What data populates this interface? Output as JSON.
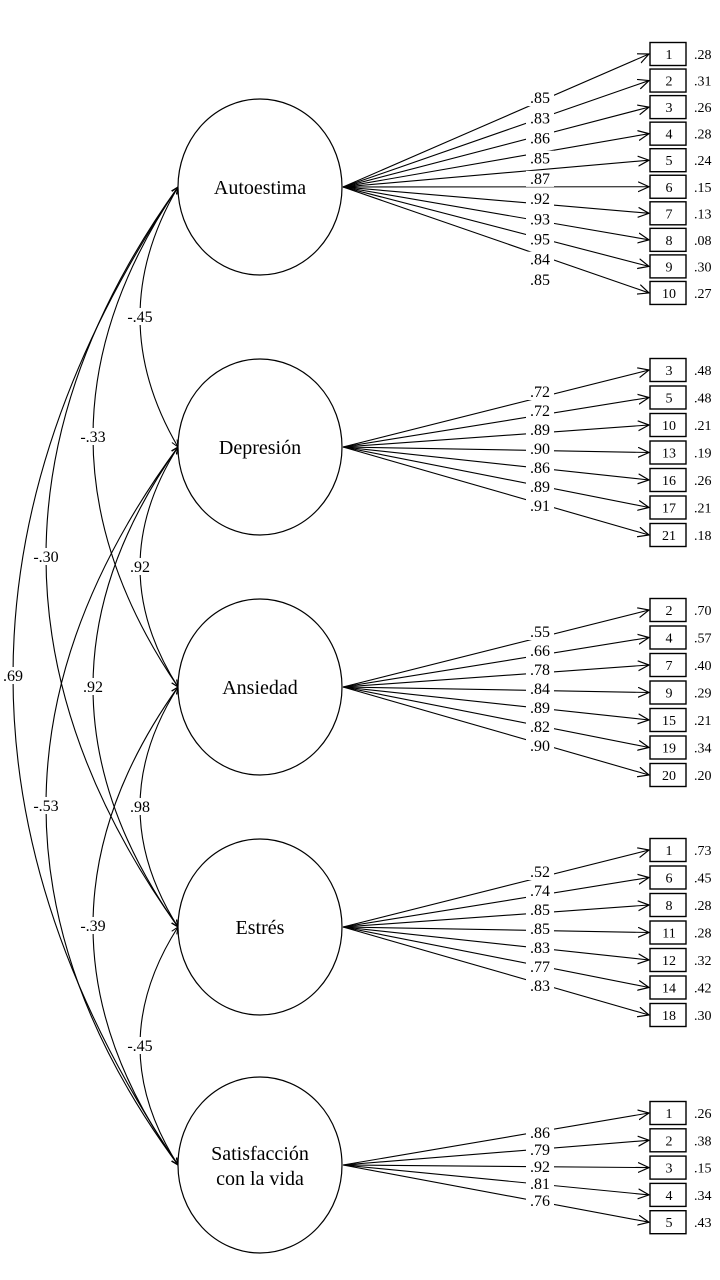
{
  "diagram": {
    "factors": [
      {
        "name": "Autoestima",
        "label_lines": [
          "Autoestima"
        ],
        "loadings": [
          ".85",
          ".83",
          ".86",
          ".85",
          ".87",
          ".92",
          ".93",
          ".95",
          ".84",
          ".85"
        ],
        "items": [
          "1",
          "2",
          "3",
          "4",
          "5",
          "6",
          "7",
          "8",
          "9",
          "10"
        ],
        "errors": [
          ".28",
          ".31",
          ".26",
          ".28",
          ".24",
          ".15",
          ".13",
          ".08",
          ".30",
          ".27"
        ]
      },
      {
        "name": "Depresión",
        "label_lines": [
          "Depresión"
        ],
        "loadings": [
          ".72",
          ".72",
          ".89",
          ".90",
          ".86",
          ".89",
          ".91"
        ],
        "items": [
          "3",
          "5",
          "10",
          "13",
          "16",
          "17",
          "21"
        ],
        "errors": [
          ".48",
          ".48",
          ".21",
          ".19",
          ".26",
          ".21",
          ".18"
        ]
      },
      {
        "name": "Ansiedad",
        "label_lines": [
          "Ansiedad"
        ],
        "loadings": [
          ".55",
          ".66",
          ".78",
          ".84",
          ".89",
          ".82",
          ".90"
        ],
        "items": [
          "2",
          "4",
          "7",
          "9",
          "15",
          "19",
          "20"
        ],
        "errors": [
          ".70",
          ".57",
          ".40",
          ".29",
          ".21",
          ".34",
          ".20"
        ]
      },
      {
        "name": "Estrés",
        "label_lines": [
          "Estrés"
        ],
        "loadings": [
          ".52",
          ".74",
          ".85",
          ".85",
          ".83",
          ".77",
          ".83"
        ],
        "items": [
          "1",
          "6",
          "8",
          "11",
          "12",
          "14",
          "18"
        ],
        "errors": [
          ".73",
          ".45",
          ".28",
          ".28",
          ".32",
          ".42",
          ".30"
        ]
      },
      {
        "name": "Satisfacción con la vida",
        "label_lines": [
          "Satisfacción",
          "con la vida"
        ],
        "loadings": [
          ".86",
          ".79",
          ".92",
          ".81",
          ".76"
        ],
        "items": [
          "1",
          "2",
          "3",
          "4",
          "5"
        ],
        "errors": [
          ".26",
          ".38",
          ".15",
          ".34",
          ".43"
        ]
      }
    ],
    "correlations": [
      {
        "from": 0,
        "to": 1,
        "value": "-.45"
      },
      {
        "from": 1,
        "to": 2,
        "value": ".92"
      },
      {
        "from": 2,
        "to": 3,
        "value": ".98"
      },
      {
        "from": 3,
        "to": 4,
        "value": "-.45"
      },
      {
        "from": 0,
        "to": 2,
        "value": "-.33"
      },
      {
        "from": 1,
        "to": 3,
        "value": ".92"
      },
      {
        "from": 2,
        "to": 4,
        "value": "-.39"
      },
      {
        "from": 0,
        "to": 3,
        "value": "-.30"
      },
      {
        "from": 1,
        "to": 4,
        "value": "-.53"
      },
      {
        "from": 0,
        "to": 4,
        "value": ".69"
      }
    ],
    "colors": {
      "stroke": "#000000",
      "background": "#ffffff"
    }
  }
}
